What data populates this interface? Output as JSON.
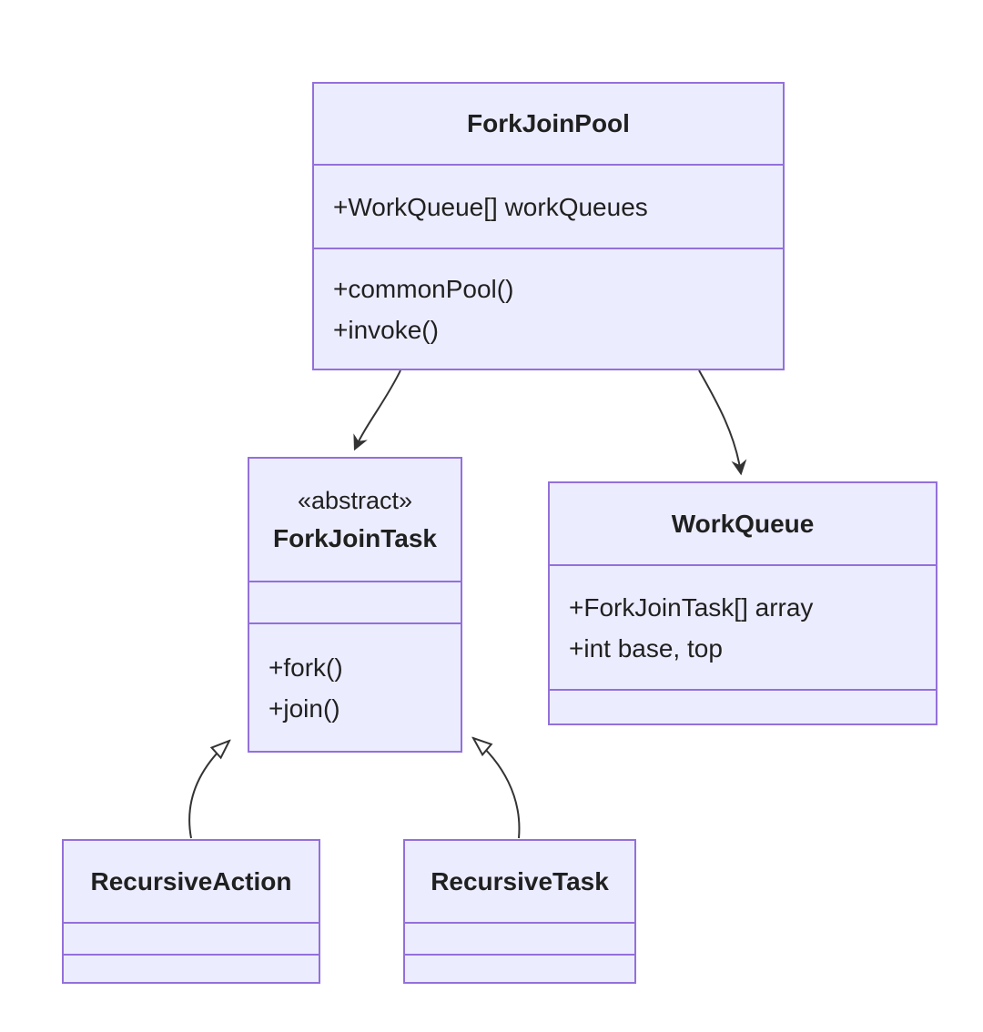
{
  "diagram": {
    "type": "uml-class-diagram",
    "classes": [
      {
        "id": "ForkJoinPool",
        "stereotype": "",
        "name": "ForkJoinPool",
        "attributes": [
          "+WorkQueue[] workQueues"
        ],
        "methods": [
          "+commonPool()",
          "+invoke()"
        ]
      },
      {
        "id": "ForkJoinTask",
        "stereotype": "«abstract»",
        "name": "ForkJoinTask",
        "attributes": [],
        "methods": [
          "+fork()",
          "+join()"
        ]
      },
      {
        "id": "WorkQueue",
        "stereotype": "",
        "name": "WorkQueue",
        "attributes": [
          "+ForkJoinTask[] array",
          "+int base, top"
        ],
        "methods": []
      },
      {
        "id": "RecursiveAction",
        "stereotype": "",
        "name": "RecursiveAction",
        "attributes": [],
        "methods": []
      },
      {
        "id": "RecursiveTask",
        "stereotype": "",
        "name": "RecursiveTask",
        "attributes": [],
        "methods": []
      }
    ],
    "relations": [
      {
        "from": "ForkJoinPool",
        "to": "ForkJoinTask",
        "type": "association-arrow"
      },
      {
        "from": "ForkJoinPool",
        "to": "WorkQueue",
        "type": "association-arrow"
      },
      {
        "from": "RecursiveAction",
        "to": "ForkJoinTask",
        "type": "inheritance"
      },
      {
        "from": "RecursiveTask",
        "to": "ForkJoinTask",
        "type": "inheritance"
      }
    ],
    "colors": {
      "box_fill": "#ECECFF",
      "box_border": "#9370DB",
      "text": "#1f2020",
      "line": "#333333",
      "background": "#ffffff"
    }
  }
}
